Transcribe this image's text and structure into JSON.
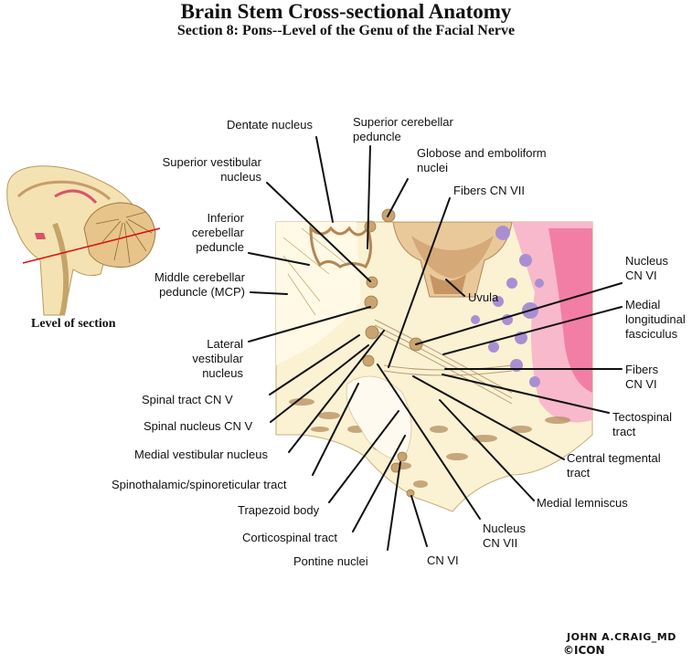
{
  "title": "Brain Stem Cross-sectional Anatomy",
  "subtitle": "Section 8:  Pons--Level of the Genu of the Facial Nerve",
  "level_label": "Level of section",
  "signature": {
    "name": "JOHN A.CRAIG_MD",
    "logo": "©ICON"
  },
  "labels": {
    "dentate": "Dentate nucleus",
    "sup_cereb": "Superior cerebellar\npeduncle",
    "globose": "Globose and emboliform\nnuclei",
    "sup_vest": "Superior vestibular\nnucleus",
    "fibers_vii": "Fibers CN VII",
    "inf_cereb": "Inferior\ncerebellar\npeduncle",
    "mid_cereb": "Middle cerebellar\npeduncle (MCP)",
    "uvula": "Uvula",
    "nuc_vi": "Nucleus\nCN VI",
    "mlf": "Medial\nlongitudinal\nfasciculus",
    "lat_vest": "Lateral\nvestibular\nnucleus",
    "fibers_vi": "Fibers\nCN VI",
    "spinal_tract_v": "Spinal tract CN V",
    "tectospinal": "Tectospinal\ntract",
    "spinal_nuc_v": "Spinal nucleus CN V",
    "central_teg": "Central tegmental\ntract",
    "med_vest": "Medial vestibular nucleus",
    "spinothal": "Spinothalamic/spinoreticular tract",
    "med_lemn": "Medial lemniscus",
    "trapezoid": "Trapezoid body",
    "nuc_vii": "Nucleus\nCN VII",
    "corticospinal": "Corticospinal tract",
    "pontine": "Pontine nuclei",
    "cn_vi": "CN VI"
  }
}
